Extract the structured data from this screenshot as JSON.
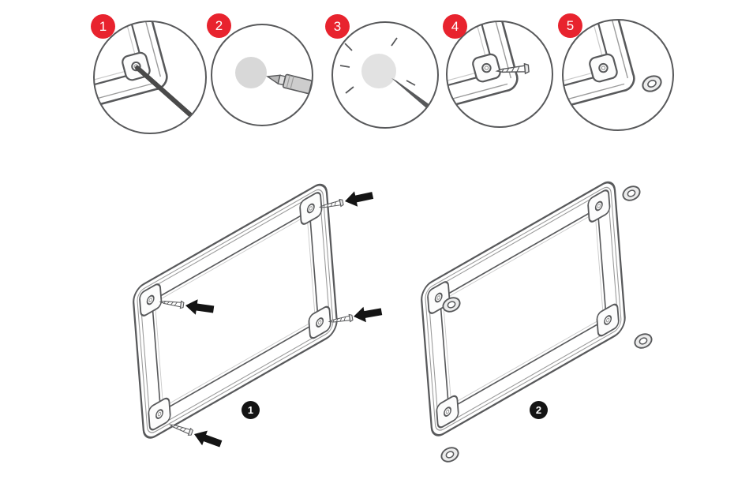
{
  "title": "frame-assembly-instructions",
  "steps": [
    {
      "number": "1",
      "icon": "hex-pin-into-corner-hole-icon"
    },
    {
      "number": "2",
      "icon": "drill-bit-at-hole-icon"
    },
    {
      "number": "3",
      "icon": "drilled-hole-with-marks-icon"
    },
    {
      "number": "4",
      "icon": "screw-into-corner-icon"
    },
    {
      "number": "5",
      "icon": "washer-cap-on-corner-icon"
    }
  ],
  "figures": [
    {
      "label": "1",
      "icon": "frame-with-corner-screws-and-arrows"
    },
    {
      "label": "2",
      "icon": "frame-with-corner-washers"
    }
  ],
  "colors": {
    "step_badge": "#e8232e",
    "figure_badge": "#141414",
    "outline": "#58595b",
    "light_line": "#9b9b9b",
    "metal_fill": "#cdcdcd",
    "hole_fill": "#d8d8d8",
    "arrow": "#141414",
    "background": "#ffffff"
  }
}
